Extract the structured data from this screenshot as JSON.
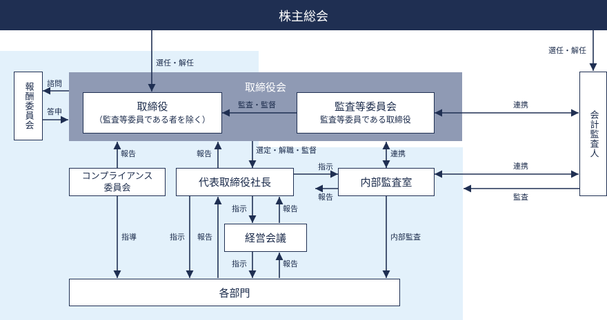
{
  "colors": {
    "navy": "#1f2f52",
    "light_blue": "#e3f1fb",
    "board_gray": "#8f9ab4"
  },
  "header": {
    "title": "株主総会"
  },
  "board": {
    "label": "取締役会"
  },
  "nodes": {
    "remuneration": "報酬委員会",
    "directors": {
      "title": "取締役",
      "sub": "（監査等委員である者を除く）"
    },
    "audit_committee": {
      "title": "監査等委員会",
      "sub": "監査等委員である取締役"
    },
    "auditor": "会計監査人",
    "compliance": {
      "line1": "コンプライアンス",
      "line2": "委員会"
    },
    "president": "代表取締役社長",
    "internal_audit": "内部監査室",
    "management": "経営会議",
    "departments": "各部門"
  },
  "edges": {
    "elect_directors": "選任・解任",
    "elect_auditor": "選任・解任",
    "consult": "諮問",
    "report_remun": "答申",
    "audit_supervise": "監査・監督",
    "elect_dismiss_supervise": "選定・解職・監督",
    "cooperation_ac_auditor": "連携",
    "cooperation_ac_ia": "連携",
    "cooperation_ia_auditor": "連携",
    "audit": "監査",
    "report_compliance": "報告",
    "report_president": "報告",
    "instruct_ia": "指示",
    "report_ia": "報告",
    "instruct_mgmt": "指示",
    "report_mgmt": "報告",
    "guidance": "指導",
    "instruct_dept": "指示",
    "report_dept": "報告",
    "internal_audit_edge": "内部監査",
    "instruct_mgmt_dept": "指示",
    "report_dept_mgmt": "報告"
  }
}
